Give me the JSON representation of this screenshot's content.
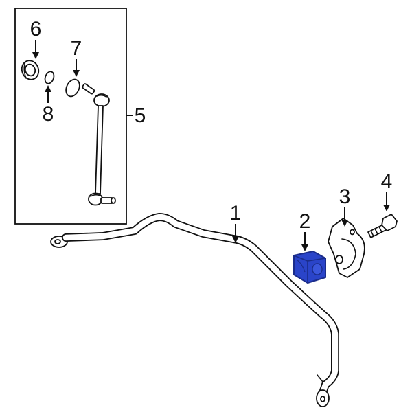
{
  "callouts": {
    "c1": "1",
    "c2": "2",
    "c3": "3",
    "c4": "4",
    "c5": "5",
    "c6": "6",
    "c7": "7",
    "c8": "8"
  },
  "colors": {
    "highlight": "#2a44c9",
    "highlight_dark": "#1a2c8a",
    "line": "#111111",
    "background": "#ffffff"
  }
}
